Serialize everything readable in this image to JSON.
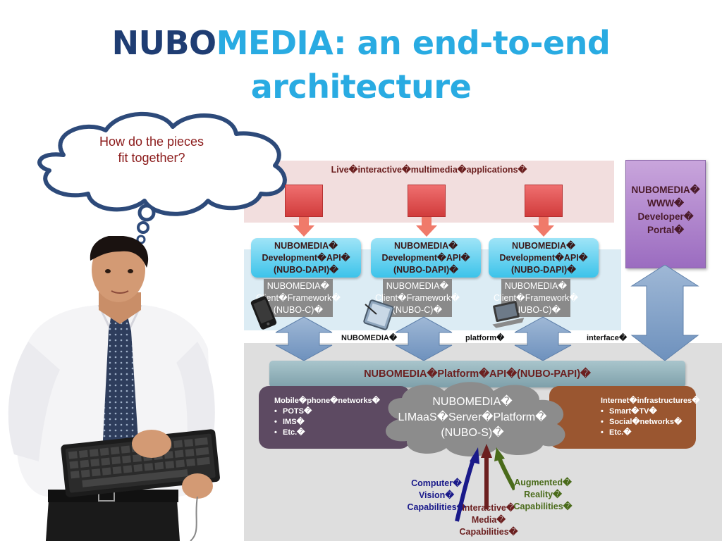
{
  "title": {
    "part1": "NUBO",
    "part2": "MEDIA: an end-to-end",
    "line2": "architecture"
  },
  "thought": {
    "line1": "How do the pieces",
    "line2": "fit together?"
  },
  "top_band_label": "Live�interactive�multimedia�applications�",
  "dapi_boxes": [
    {
      "l1": "NUBOMEDIA�",
      "l2": "Development�API�",
      "l3": "(NUBO-DAPI)�"
    },
    {
      "l1": "NUBOMEDIA�",
      "l2": "Development�API�",
      "l3": "(NUBO-DAPI)�"
    },
    {
      "l1": "NUBOMEDIA�",
      "l2": "Development�API�",
      "l3": "(NUBO-DAPI)�"
    }
  ],
  "client_boxes": [
    {
      "l1": "NUBOMEDIA�",
      "l2": "Client�Framework�",
      "l3": "(NUBO-C)�"
    },
    {
      "l1": "NUBOMEDIA�",
      "l2": "Client�Framework�",
      "l3": "(NUBO-C)�"
    },
    {
      "l1": "NUBOMEDIA�",
      "l2": "Client�Framework�",
      "l3": "(NUBO-C)�"
    }
  ],
  "portal": {
    "l1": "NUBOMEDIA�",
    "l2": "WWW�",
    "l3": "Developer�",
    "l4": "Portal�"
  },
  "platform_interface": {
    "w1": "NUBOMEDIA�",
    "w2": "platform�",
    "w3": "interface�"
  },
  "papi_label": "NUBOMEDIA�Platform�API�(NUBO-PAPI)�",
  "mobile": {
    "heading": "Mobile�phone�networks�",
    "items": [
      "POTS�",
      "IMS�",
      "Etc.�"
    ]
  },
  "internet": {
    "heading": "Internet�infrastructures�",
    "items": [
      "Smart�TV�",
      "Social�networks�",
      "Etc.�"
    ]
  },
  "server": {
    "l1": "NUBOMEDIA�",
    "l2": "LIMaaS�Server�Platform�",
    "l3": "(NUBO-S)�"
  },
  "capabilities": {
    "vision": {
      "l1": "Computer�",
      "l2": "Vision�",
      "l3": "Capabilities�"
    },
    "media": {
      "l1": "Interactive�",
      "l2": "Media�",
      "l3": "Capabilities�"
    },
    "ar": {
      "l1": "Augmented�",
      "l2": "Reality�",
      "l3": "Capabilities�"
    }
  },
  "colors": {
    "title_dark": "#1f3d73",
    "title_light": "#29abe2",
    "top_band": "#f2dede",
    "client_band": "#dcecf4",
    "platform_band": "#dedede",
    "dapi": "#3cc3ea",
    "portal": "#9b6cc0",
    "mobile": "#5d4a62",
    "internet": "#9a5630",
    "server_cloud": "#8c8c8c"
  },
  "icons": [
    "thought-cloud-icon",
    "man-with-keyboard-illustration",
    "mobile-phone-icon",
    "tablet-icon",
    "laptop-icon"
  ]
}
